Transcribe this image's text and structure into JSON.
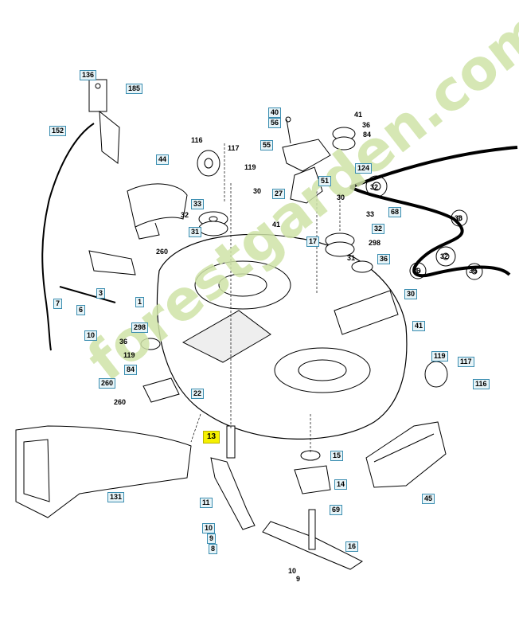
{
  "diagram": {
    "callouts": [
      {
        "id": "c-136-top",
        "label": "136",
        "boxed": true
      },
      {
        "id": "c-185",
        "label": "185",
        "boxed": true
      },
      {
        "id": "c-152",
        "label": "152",
        "boxed": true
      },
      {
        "id": "c-40",
        "label": "40",
        "boxed": true
      },
      {
        "id": "c-56",
        "label": "56",
        "boxed": true
      },
      {
        "id": "c-41a",
        "label": "41",
        "boxed": false
      },
      {
        "id": "c-36a",
        "label": "36",
        "boxed": false
      },
      {
        "id": "c-84a",
        "label": "84",
        "boxed": false
      },
      {
        "id": "c-55",
        "label": "55",
        "boxed": true
      },
      {
        "id": "c-116a",
        "label": "116",
        "boxed": false
      },
      {
        "id": "c-117a",
        "label": "117",
        "boxed": false
      },
      {
        "id": "c-119a",
        "label": "119",
        "boxed": false
      },
      {
        "id": "c-44",
        "label": "44",
        "boxed": true
      },
      {
        "id": "c-124",
        "label": "124",
        "boxed": true
      },
      {
        "id": "c-51",
        "label": "51",
        "boxed": true
      },
      {
        "id": "c-30a",
        "label": "30",
        "boxed": false
      },
      {
        "id": "c-27",
        "label": "27",
        "boxed": true
      },
      {
        "id": "c-30b",
        "label": "30",
        "boxed": false
      },
      {
        "id": "c-33a",
        "label": "33",
        "boxed": true
      },
      {
        "id": "c-32a",
        "label": "32",
        "boxed": false
      },
      {
        "id": "c-31a",
        "label": "31",
        "boxed": true
      },
      {
        "id": "c-41b",
        "label": "41",
        "boxed": false
      },
      {
        "id": "c-17",
        "label": "17",
        "boxed": true
      },
      {
        "id": "c-33b",
        "label": "33",
        "boxed": false
      },
      {
        "id": "c-32b",
        "label": "32",
        "boxed": true
      },
      {
        "id": "c-298a",
        "label": "298",
        "boxed": false
      },
      {
        "id": "c-31b",
        "label": "31",
        "boxed": false
      },
      {
        "id": "c-36b",
        "label": "36",
        "boxed": true
      },
      {
        "id": "c-260a",
        "label": "260",
        "boxed": false
      },
      {
        "id": "c-68",
        "label": "68",
        "boxed": true
      },
      {
        "id": "c-3",
        "label": "3",
        "boxed": true
      },
      {
        "id": "c-1",
        "label": "1",
        "boxed": true
      },
      {
        "id": "c-7",
        "label": "7",
        "boxed": true
      },
      {
        "id": "c-6",
        "label": "6",
        "boxed": true
      },
      {
        "id": "c-10a",
        "label": "10",
        "boxed": true
      },
      {
        "id": "c-30c",
        "label": "30",
        "boxed": true
      },
      {
        "id": "c-298b",
        "label": "298",
        "boxed": true
      },
      {
        "id": "c-36c",
        "label": "36",
        "boxed": false
      },
      {
        "id": "c-41c",
        "label": "41",
        "boxed": true
      },
      {
        "id": "c-119b",
        "label": "119",
        "boxed": false
      },
      {
        "id": "c-84b",
        "label": "84",
        "boxed": true
      },
      {
        "id": "c-119c",
        "label": "119",
        "boxed": true
      },
      {
        "id": "c-117b",
        "label": "117",
        "boxed": true
      },
      {
        "id": "c-260b",
        "label": "260",
        "boxed": true
      },
      {
        "id": "c-116b",
        "label": "116",
        "boxed": true
      },
      {
        "id": "c-22",
        "label": "22",
        "boxed": true
      },
      {
        "id": "c-260c",
        "label": "260",
        "boxed": false
      },
      {
        "id": "c-13",
        "label": "13",
        "boxed": false,
        "highlight": true
      },
      {
        "id": "c-15",
        "label": "15",
        "boxed": true
      },
      {
        "id": "c-14",
        "label": "14",
        "boxed": true
      },
      {
        "id": "c-131",
        "label": "131",
        "boxed": true
      },
      {
        "id": "c-11",
        "label": "11",
        "boxed": true
      },
      {
        "id": "c-45",
        "label": "45",
        "boxed": true
      },
      {
        "id": "c-69",
        "label": "69",
        "boxed": true
      },
      {
        "id": "c-10b",
        "label": "10",
        "boxed": true
      },
      {
        "id": "c-9",
        "label": "9",
        "boxed": true
      },
      {
        "id": "c-8",
        "label": "8",
        "boxed": true
      },
      {
        "id": "c-16",
        "label": "16",
        "boxed": true
      },
      {
        "id": "c-10c",
        "label": "10",
        "boxed": false
      },
      {
        "id": "c-9b",
        "label": "9",
        "boxed": false
      },
      {
        "id": "c-32c",
        "label": "32",
        "boxed": false
      },
      {
        "id": "c-36d",
        "label": "36",
        "boxed": false
      },
      {
        "id": "c-32d",
        "label": "32",
        "boxed": false
      },
      {
        "id": "c-36e",
        "label": "36",
        "boxed": false
      },
      {
        "id": "c-36f",
        "label": "36",
        "boxed": false
      }
    ],
    "watermark": "forestgarden.com",
    "colors": {
      "callout_border": "#3a8db0",
      "callout_fill": "#e7f4f8",
      "highlight": "#f5f000",
      "watermark_green": "#cfe3a8",
      "watermark_orange": "#f3b27a",
      "line": "#000000"
    }
  }
}
